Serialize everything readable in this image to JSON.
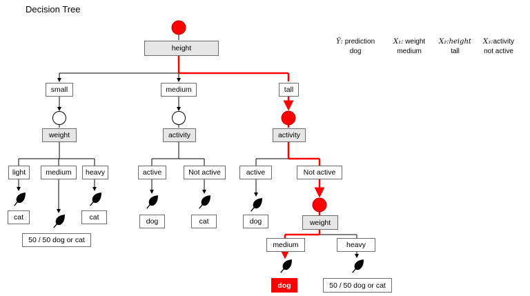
{
  "title": "Decision Tree",
  "legend": [
    {
      "symbol": "Ŷ:",
      "label": "prediction",
      "value": "dog"
    },
    {
      "symbol": "X₁:",
      "label": "weight",
      "value": "medium"
    },
    {
      "symbol": "X₂:",
      "label": "height",
      "value": "tall"
    },
    {
      "symbol": "X₃:",
      "label": "activity",
      "value": "not active"
    }
  ],
  "root": {
    "label": "height"
  },
  "level1": {
    "small": "small",
    "medium": "medium",
    "tall": "tall"
  },
  "level2": {
    "small": "weight",
    "medium": "activity",
    "tall": "activity"
  },
  "small_branch": {
    "light": "light",
    "medium": "medium",
    "heavy": "heavy",
    "light_leaf": "cat",
    "medium_leaf": "50 / 50 dog or cat",
    "heavy_leaf": "cat"
  },
  "medium_branch": {
    "active": "active",
    "not_active": "Not active",
    "active_leaf": "dog",
    "not_active_leaf": "cat"
  },
  "tall_branch": {
    "active": "active",
    "not_active": "Not active",
    "active_leaf": "dog",
    "weight": "weight",
    "w_medium": "medium",
    "w_heavy": "heavy",
    "w_medium_leaf": "dog",
    "w_heavy_leaf": "50 / 50 dog or cat"
  },
  "colors": {
    "highlight": "#ff0000",
    "node_fill": "#e6e6e6",
    "line": "#000000"
  }
}
